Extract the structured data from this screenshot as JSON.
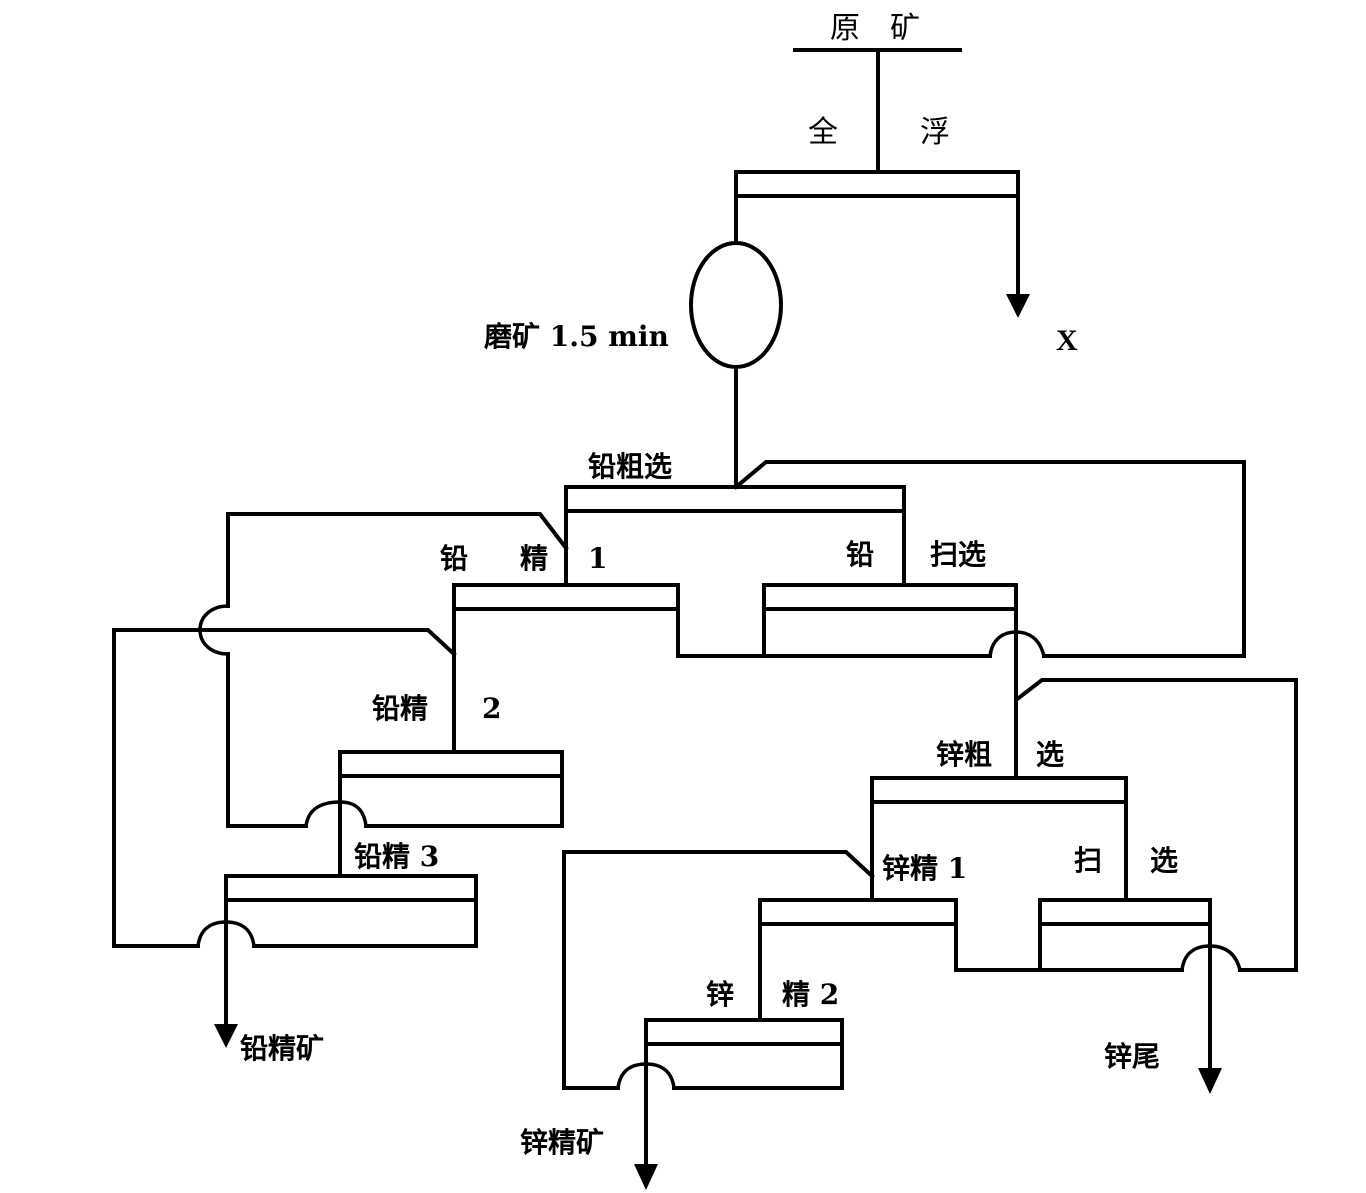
{
  "diagram": {
    "type": "flotation-flowsheet",
    "line_color": "#000000",
    "background": "#ffffff",
    "labels": {
      "raw_ore": "原　矿",
      "bulk_flotation_left": "全",
      "bulk_flotation_right": "浮",
      "grinding": "磨矿 1.5 min",
      "x_product": "X",
      "lead_rougher": "铅粗选",
      "lead_cleaner1_a": "铅",
      "lead_cleaner1_b": "精",
      "lead_cleaner1_c": "1",
      "lead_scav_a": "铅",
      "lead_scav_b": "扫选",
      "lead_cleaner2_a": "铅精",
      "lead_cleaner2_b": "2",
      "lead_cleaner3": "铅精 3",
      "lead_concentrate": "铅精矿",
      "zinc_rougher_a": "锌粗",
      "zinc_rougher_b": "选",
      "zinc_cleaner1": "锌精 1",
      "zinc_scav_a": "扫",
      "zinc_scav_b": "选",
      "zinc_cleaner2_a": "锌",
      "zinc_cleaner2_b": "精 2",
      "zinc_concentrate": "锌精矿",
      "zinc_tailings": "锌尾"
    },
    "nodes": [
      {
        "id": "raw-ore",
        "label_key": "raw_ore",
        "kind": "feed"
      },
      {
        "id": "bulk-flotation",
        "label_key": "bulk_flotation",
        "kind": "flotation-cell"
      },
      {
        "id": "grinding",
        "label_key": "grinding",
        "kind": "mill"
      },
      {
        "id": "lead-rougher",
        "label_key": "lead_rougher",
        "kind": "flotation-cell"
      },
      {
        "id": "lead-cleaner-1",
        "label_key": "lead_cleaner1",
        "kind": "flotation-cell"
      },
      {
        "id": "lead-scavenger",
        "label_key": "lead_scav",
        "kind": "flotation-cell"
      },
      {
        "id": "lead-cleaner-2",
        "label_key": "lead_cleaner2",
        "kind": "flotation-cell"
      },
      {
        "id": "lead-cleaner-3",
        "label_key": "lead_cleaner3",
        "kind": "flotation-cell"
      },
      {
        "id": "zinc-rougher",
        "label_key": "zinc_rougher",
        "kind": "flotation-cell"
      },
      {
        "id": "zinc-cleaner-1",
        "label_key": "zinc_cleaner1",
        "kind": "flotation-cell"
      },
      {
        "id": "zinc-scavenger",
        "label_key": "zinc_scav",
        "kind": "flotation-cell"
      },
      {
        "id": "zinc-cleaner-2",
        "label_key": "zinc_cleaner2",
        "kind": "flotation-cell"
      }
    ],
    "products": [
      "X",
      "铅精矿",
      "锌精矿",
      "锌尾"
    ]
  }
}
